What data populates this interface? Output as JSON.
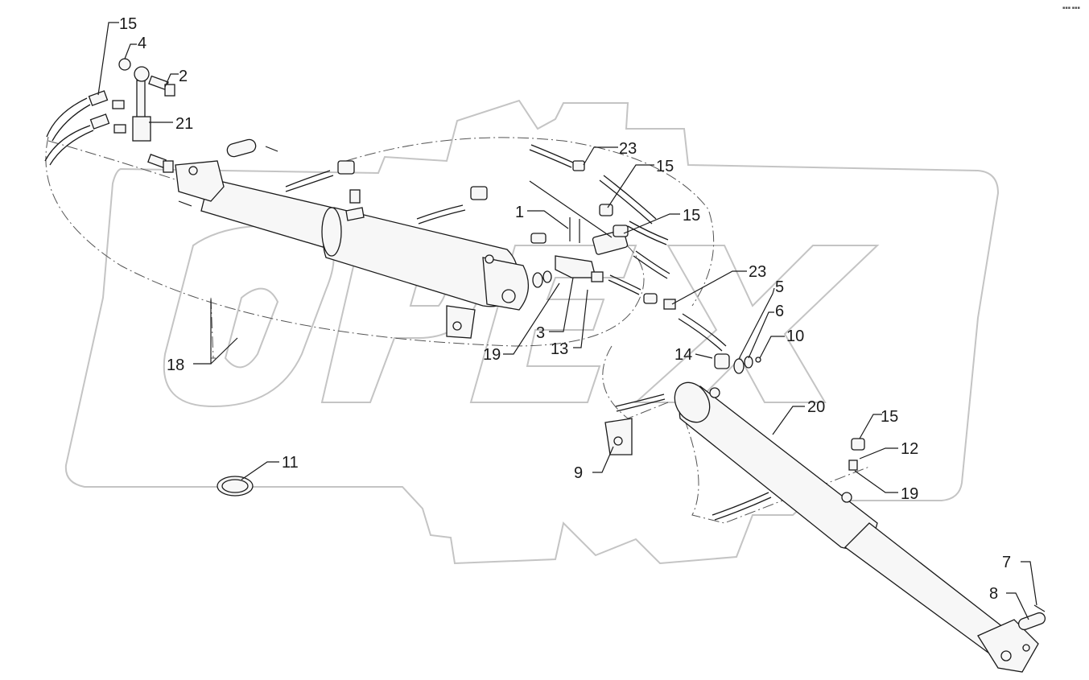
{
  "watermark": {
    "text": "OPEX",
    "color": "#c4c4c4"
  },
  "corner_mark": {
    "text": "▪▪▪ ▪▪▪"
  },
  "callouts": [
    {
      "id": "c15a",
      "label": "15"
    },
    {
      "id": "c4",
      "label": "4"
    },
    {
      "id": "c2",
      "label": "2"
    },
    {
      "id": "c21",
      "label": "21"
    },
    {
      "id": "c23a",
      "label": "23"
    },
    {
      "id": "c15b",
      "label": "15"
    },
    {
      "id": "c15c",
      "label": "15"
    },
    {
      "id": "c1",
      "label": "1"
    },
    {
      "id": "c23b",
      "label": "23"
    },
    {
      "id": "c5",
      "label": "5"
    },
    {
      "id": "c6",
      "label": "6"
    },
    {
      "id": "c10",
      "label": "10"
    },
    {
      "id": "c3",
      "label": "3"
    },
    {
      "id": "c13",
      "label": "13"
    },
    {
      "id": "c19a",
      "label": "19"
    },
    {
      "id": "c14",
      "label": "14"
    },
    {
      "id": "c18",
      "label": "18"
    },
    {
      "id": "c20",
      "label": "20"
    },
    {
      "id": "c15d",
      "label": "15"
    },
    {
      "id": "c12",
      "label": "12"
    },
    {
      "id": "c19b",
      "label": "19"
    },
    {
      "id": "c9",
      "label": "9"
    },
    {
      "id": "c11",
      "label": "11"
    },
    {
      "id": "c7",
      "label": "7"
    },
    {
      "id": "c8",
      "label": "8"
    }
  ]
}
